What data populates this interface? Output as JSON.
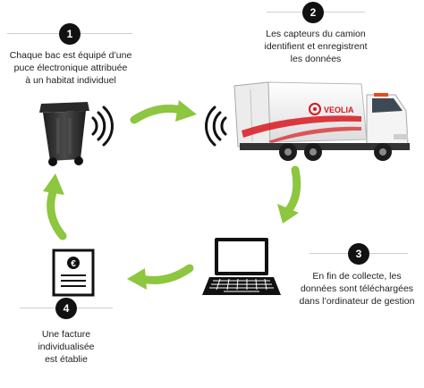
{
  "steps": [
    {
      "number": "1",
      "text": "Chaque bac est équipé d’une\npuce électronique attribuée\nà un habitat individuel"
    },
    {
      "number": "2",
      "text": "Les capteurs du camion\nidentifient et enregistrent\nles données"
    },
    {
      "number": "3",
      "text": "En fin de collecte, les\ndonnées sont téléchargées\ndans l’ordinateur de gestion"
    },
    {
      "number": "4",
      "text": "Une facture\nindividualisée\nest établie"
    }
  ],
  "truck": {
    "brand": "VEOLIA"
  },
  "invoice": {
    "symbol": "€"
  },
  "colors": {
    "arrow": "#8dc63f",
    "badge": "#111111",
    "brand_red": "#d7191f"
  }
}
